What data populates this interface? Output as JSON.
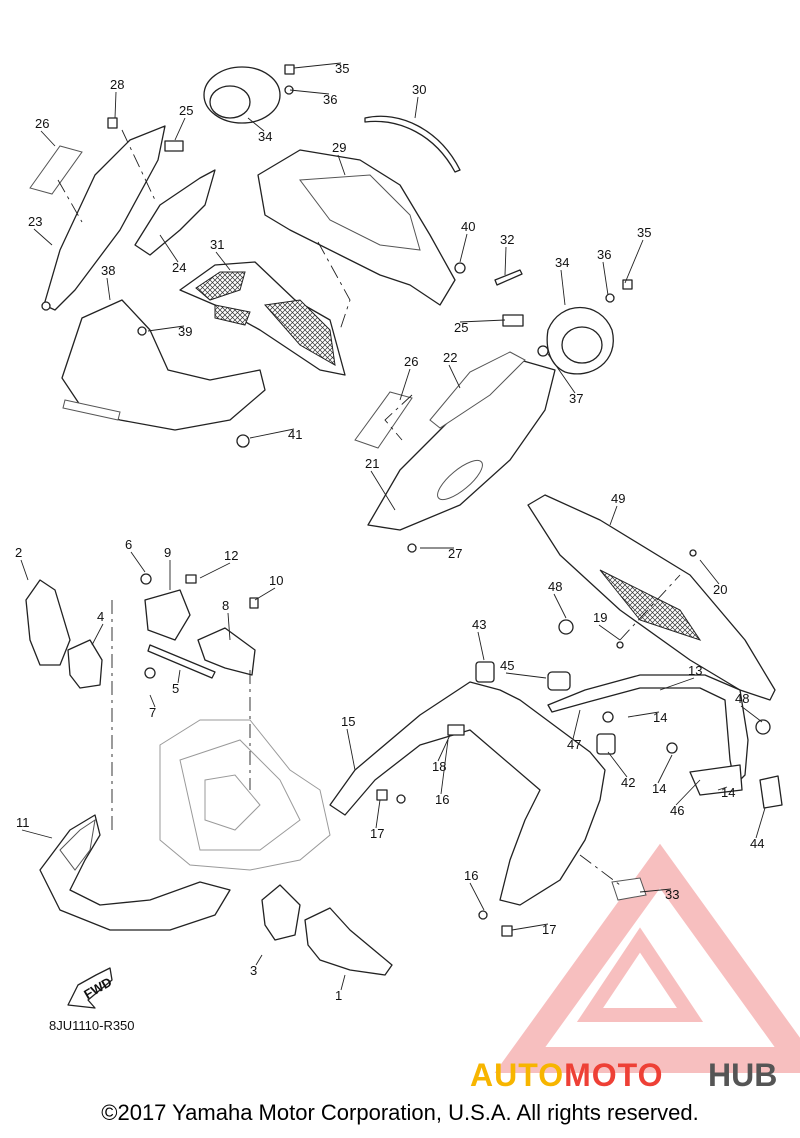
{
  "diagram": {
    "code": "8JU1110-R350",
    "fwd_label": "FWD",
    "callouts": [
      {
        "num": "1"
      },
      {
        "num": "2"
      },
      {
        "num": "3"
      },
      {
        "num": "4"
      },
      {
        "num": "5"
      },
      {
        "num": "6"
      },
      {
        "num": "7"
      },
      {
        "num": "8"
      },
      {
        "num": "9"
      },
      {
        "num": "10"
      },
      {
        "num": "11"
      },
      {
        "num": "12"
      },
      {
        "num": "13"
      },
      {
        "num": "14"
      },
      {
        "num": "14"
      },
      {
        "num": "14"
      },
      {
        "num": "15"
      },
      {
        "num": "16"
      },
      {
        "num": "16"
      },
      {
        "num": "17"
      },
      {
        "num": "17"
      },
      {
        "num": "18"
      },
      {
        "num": "19"
      },
      {
        "num": "20"
      },
      {
        "num": "21"
      },
      {
        "num": "22"
      },
      {
        "num": "23"
      },
      {
        "num": "24"
      },
      {
        "num": "25"
      },
      {
        "num": "25"
      },
      {
        "num": "26"
      },
      {
        "num": "26"
      },
      {
        "num": "27"
      },
      {
        "num": "28"
      },
      {
        "num": "29"
      },
      {
        "num": "30"
      },
      {
        "num": "31"
      },
      {
        "num": "32"
      },
      {
        "num": "33"
      },
      {
        "num": "34"
      },
      {
        "num": "34"
      },
      {
        "num": "35"
      },
      {
        "num": "35"
      },
      {
        "num": "36"
      },
      {
        "num": "36"
      },
      {
        "num": "37"
      },
      {
        "num": "38"
      },
      {
        "num": "39"
      },
      {
        "num": "40"
      },
      {
        "num": "41"
      },
      {
        "num": "42"
      },
      {
        "num": "43"
      },
      {
        "num": "44"
      },
      {
        "num": "45"
      },
      {
        "num": "46"
      },
      {
        "num": "47"
      },
      {
        "num": "48"
      },
      {
        "num": "48"
      },
      {
        "num": "49"
      }
    ]
  },
  "watermark": {
    "part1": "AUTOMOTO",
    "part2": "HUB",
    "color_logo": "#f08a8a",
    "color_auto": "#f7b500",
    "color_moto": "#ee4036",
    "color_hub": "#555555"
  },
  "copyright": "©2017 Yamaha Motor Corporation, U.S.A. All rights reserved."
}
